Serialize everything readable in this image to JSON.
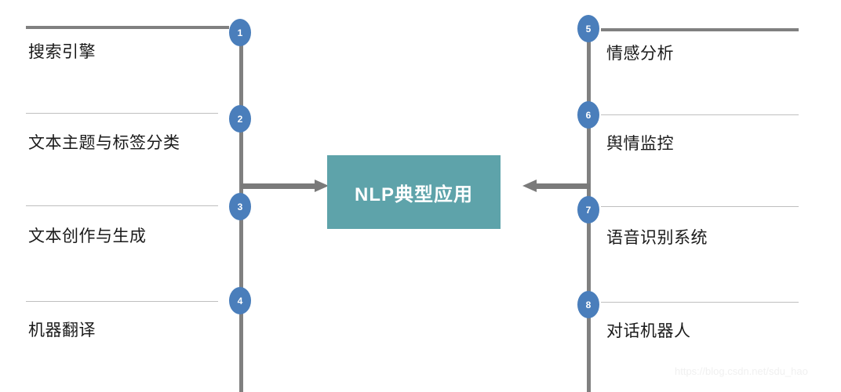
{
  "diagram": {
    "type": "two-column-timeline-to-center",
    "center": {
      "label": "NLP典型应用",
      "color": "#5ea3aa",
      "text_color": "#ffffff"
    },
    "colors": {
      "badge": "#4a7ebb",
      "spine": "#808080",
      "rule_thick": "#808080",
      "rule_thin": "#bfbfbf",
      "arrow": "#7a7a7a",
      "label_text": "#1a1a1a",
      "background": "#ffffff"
    },
    "left_column": {
      "side": "left",
      "arrow_direction": "right",
      "items": [
        {
          "number": "1",
          "label": "搜索引擎"
        },
        {
          "number": "2",
          "label": "文本主题与标签分类"
        },
        {
          "number": "3",
          "label": "文本创作与生成"
        },
        {
          "number": "4",
          "label": "机器翻译"
        }
      ]
    },
    "right_column": {
      "side": "right",
      "arrow_direction": "left",
      "items": [
        {
          "number": "5",
          "label": "情感分析"
        },
        {
          "number": "6",
          "label": "舆情监控"
        },
        {
          "number": "7",
          "label": "语音识别系统"
        },
        {
          "number": "8",
          "label": "对话机器人"
        }
      ]
    },
    "watermark": "https://blog.csdn.net/sdu_hao"
  }
}
